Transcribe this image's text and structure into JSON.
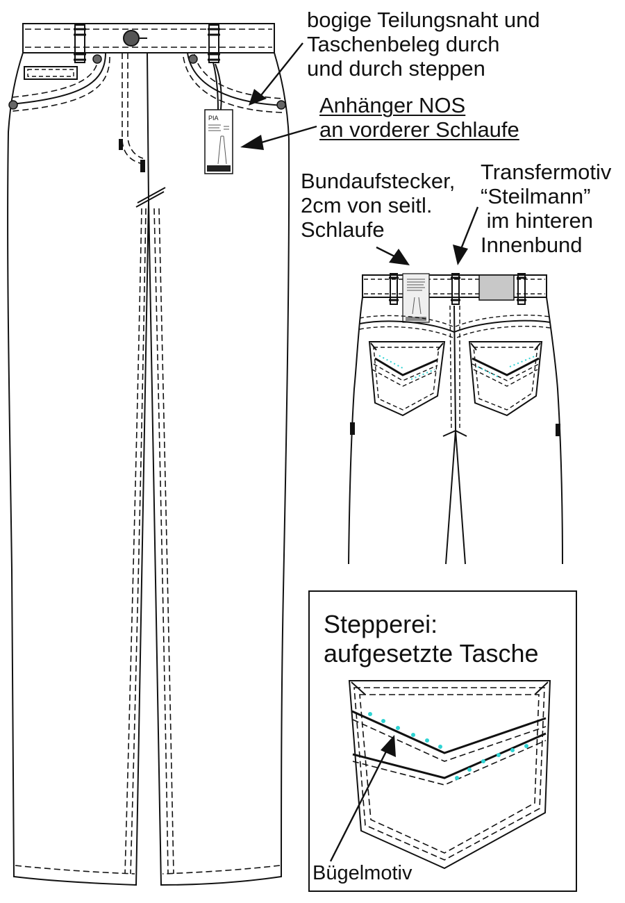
{
  "annotations": {
    "stitching_note": [
      "bogige Teilungsnaht und",
      "Taschenbeleg durch",
      "und durch steppen"
    ],
    "hangtag_note": [
      "Anhänger NOS ",
      "an vorderer Schlaufe"
    ],
    "waistband_tag_note": [
      "Bundaufstecker,",
      "2cm von seitl.",
      "Schlaufe"
    ],
    "transfer_note": [
      "Transfermotiv",
      "“Steilmann”",
      " im hinteren",
      "Innenbund"
    ]
  },
  "detail_box": {
    "title": [
      "Stepperei:",
      "aufgesetzte Tasche"
    ],
    "motif_label": "Bügelmotiv"
  },
  "hangtag": {
    "name": "PIA"
  },
  "colors": {
    "line": "#111111",
    "motif_dots": "#2fd3d3",
    "patch": "#c8c8c8"
  }
}
